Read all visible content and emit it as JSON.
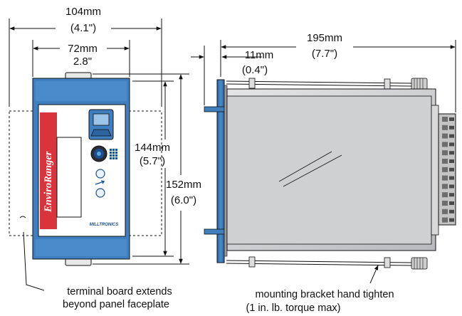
{
  "dimensions": {
    "overall_width_mm": "104mm",
    "overall_width_in": "(4.1\")",
    "faceplate_width_mm": "72mm",
    "faceplate_width_in": "2.8\"",
    "faceplate_height_mm": "144mm",
    "faceplate_height_in": "(5.7\")",
    "overall_height_mm": "152mm",
    "overall_height_in": "(6.0\")",
    "depth_mm": "195mm",
    "depth_in": "(7.7\")",
    "flange_mm": "11mm",
    "flange_in": "(0.4\")"
  },
  "device": {
    "brand_label": "EnviroRanger",
    "logo_label": "MILLTRONICS"
  },
  "notes": {
    "terminal_line1": "terminal board extends",
    "terminal_line2": "beyond panel faceplate",
    "bracket_line1": "mounting bracket hand tighten",
    "bracket_line2": "(1 in. lb. torque max)"
  },
  "colors": {
    "housing_blue": "#3f7fbf",
    "housing_blue_dark": "#2c64a0",
    "faceplate_red": "#d9343b",
    "body_gray": "#c9cacc",
    "line": "#111111"
  }
}
